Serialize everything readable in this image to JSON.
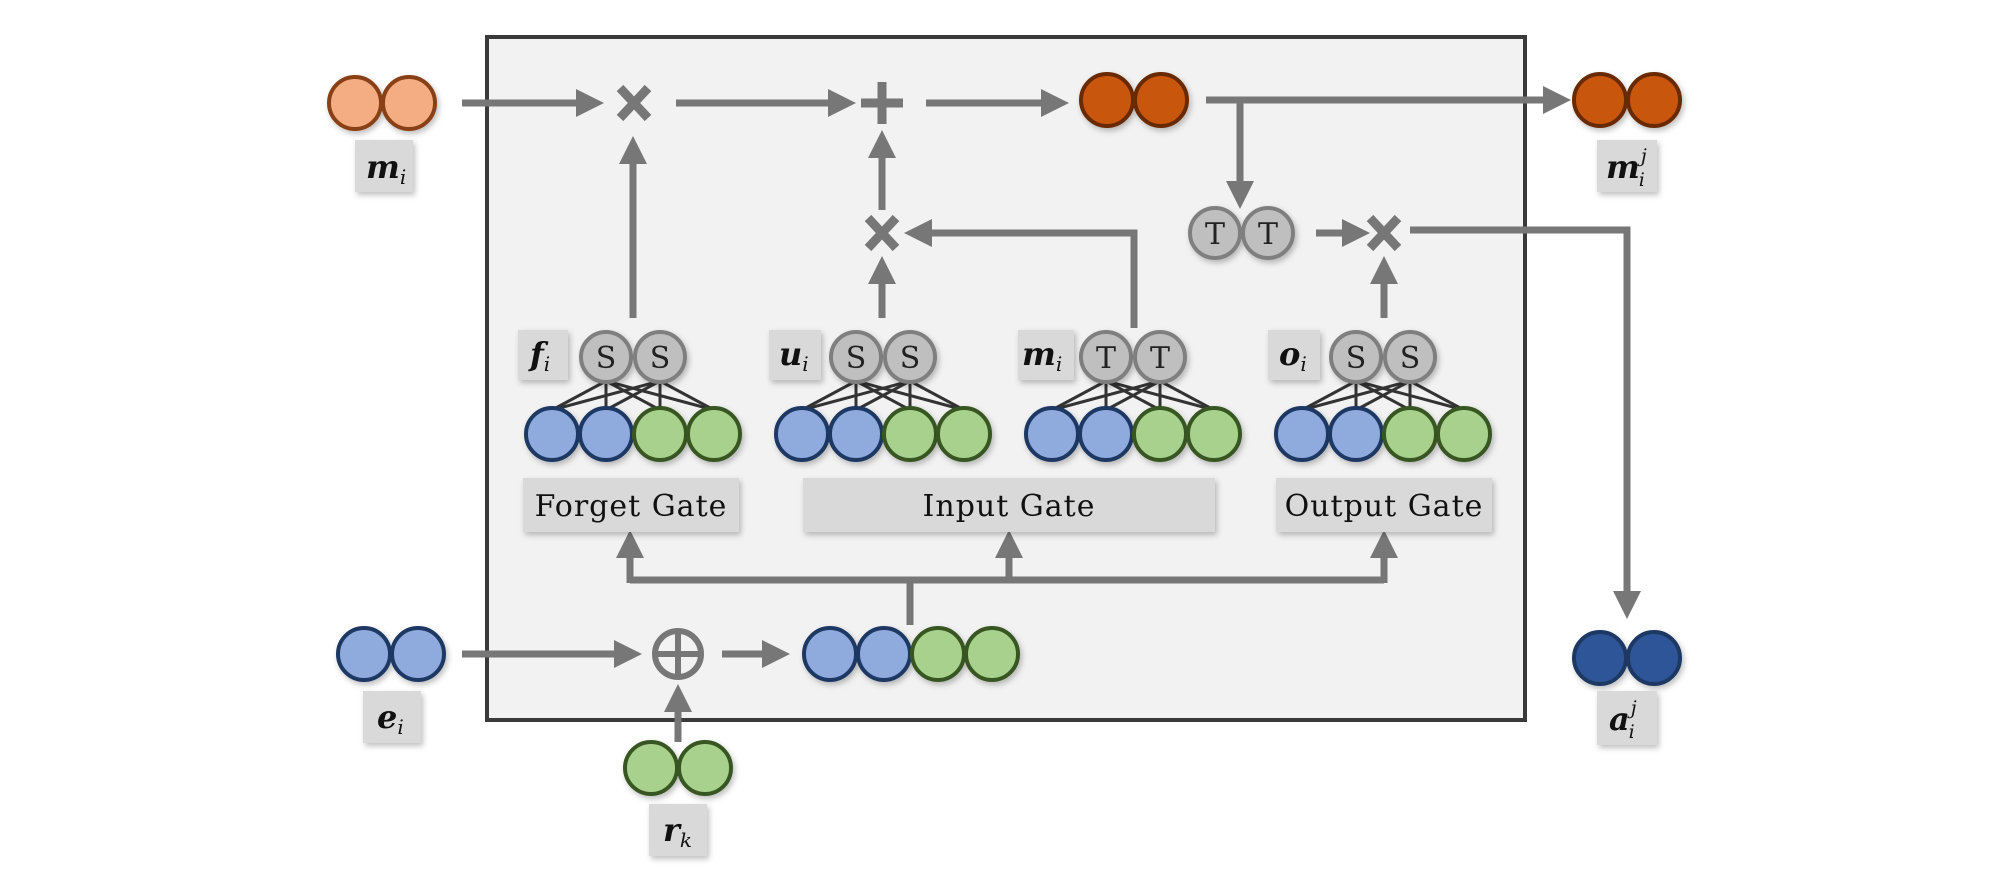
{
  "labels": {
    "m_in": {
      "main": "m",
      "sub": "i",
      "sup": ""
    },
    "m_out": {
      "main": "m",
      "sub": "i",
      "sup": "j"
    },
    "e_in": {
      "main": "e",
      "sub": "i",
      "sup": ""
    },
    "r_in": {
      "main": "r",
      "sub": "k",
      "sup": ""
    },
    "a_out": {
      "main": "a",
      "sub": "i",
      "sup": "j"
    },
    "f_gate": {
      "main": "f",
      "sub": "i"
    },
    "u_gate": {
      "main": "u",
      "sub": "i"
    },
    "m_gate": {
      "main": "m",
      "sub": "i"
    },
    "o_gate": {
      "main": "o",
      "sub": "i"
    }
  },
  "gates": {
    "forget": "Forget Gate",
    "input": "Input Gate",
    "output": "Output Gate"
  },
  "nodes": {
    "sigmoid": "S",
    "tanh": "T"
  },
  "operators": {
    "multiply": "×",
    "add": "+",
    "concat": "⊕"
  },
  "colors": {
    "orange_light": "#F4AD82",
    "orange_light_stroke": "#8A3F12",
    "orange_dark": "#C8560F",
    "orange_dark_stroke": "#6A2A05",
    "blue_light": "#8FAADC",
    "blue_light_stroke": "#1F3864",
    "blue_dark": "#2F5597",
    "blue_dark_stroke": "#1F3864",
    "green": "#A9D18E",
    "green_stroke": "#385723",
    "gray_node": "#BFBFBF",
    "gray_node_stroke": "#7F7F7F",
    "arrow": "#777777",
    "panel": "#F2F2F2",
    "panel_border": "#3A3A3A",
    "label_box": "#D9D9D9"
  }
}
